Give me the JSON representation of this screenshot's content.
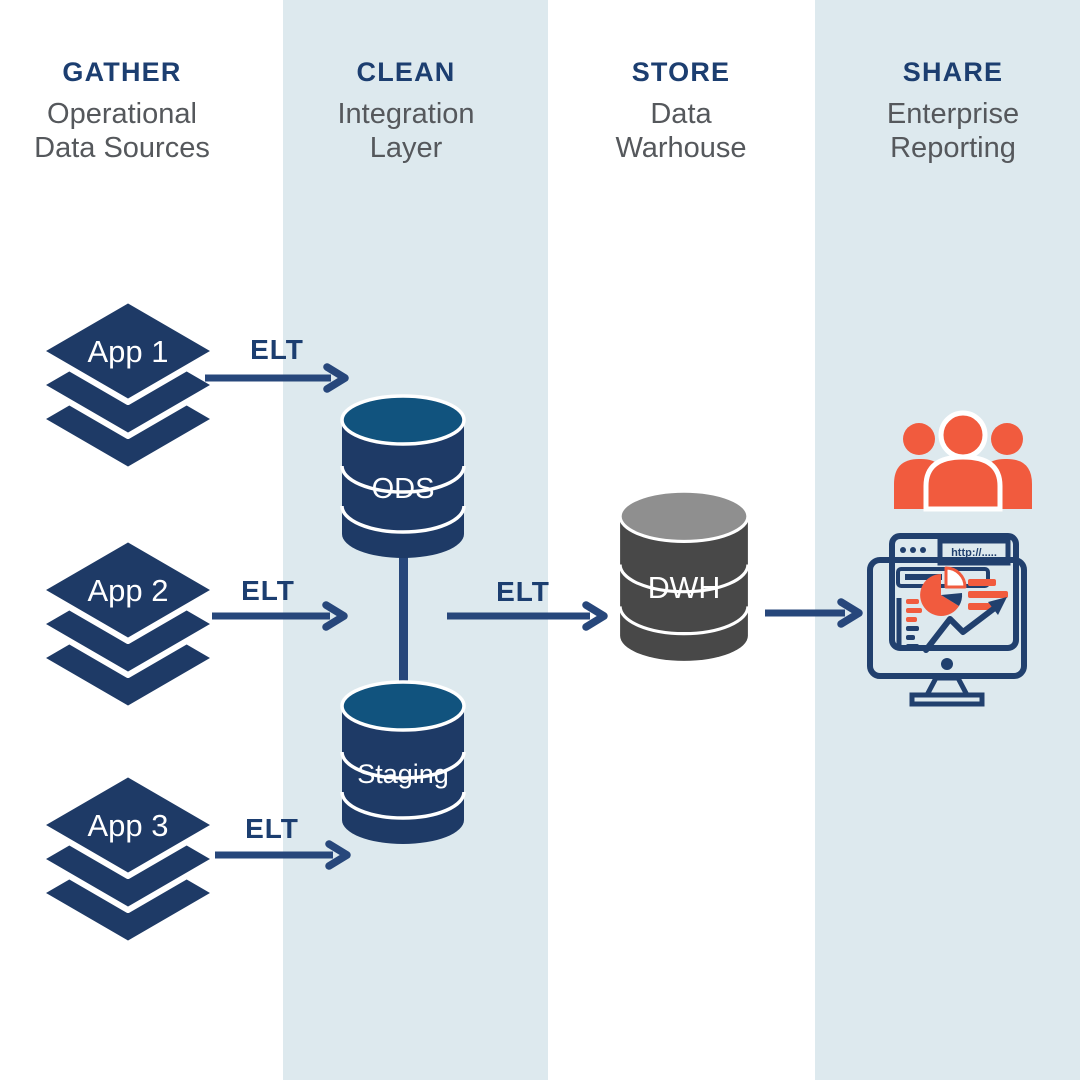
{
  "columns": [
    {
      "title": "GATHER",
      "subtitle_line1": "Operational",
      "subtitle_line2": "Data Sources"
    },
    {
      "title": "CLEAN",
      "subtitle_line1": "Integration",
      "subtitle_line2": "Layer"
    },
    {
      "title": "STORE",
      "subtitle_line1": "Data",
      "subtitle_line2": "Warhouse"
    },
    {
      "title": "SHARE",
      "subtitle_line1": "Enterprise",
      "subtitle_line2": "Reporting"
    }
  ],
  "sources": [
    {
      "label": "App 1"
    },
    {
      "label": "App 2"
    },
    {
      "label": "App 3"
    }
  ],
  "flow_labels": {
    "source1": "ELT",
    "source2": "ELT",
    "source3": "ELT",
    "to_warehouse": "ELT"
  },
  "databases": {
    "ods": "ODS",
    "staging": "Staging",
    "dwh": "DWH"
  },
  "monitor": {
    "url_text": "http://....."
  },
  "colors": {
    "navy": "#21406e",
    "title_navy": "#1c3e70",
    "arrow": "#27477b",
    "gray_text": "#55585c",
    "band_blue": "#dde9ee",
    "cyl_body": "#1e3a66",
    "cyl_top": "#11537e",
    "dwh_body": "#484848",
    "dwh_top": "#8f8f8f",
    "orange": "#f15b3e",
    "white": "#ffffff"
  }
}
